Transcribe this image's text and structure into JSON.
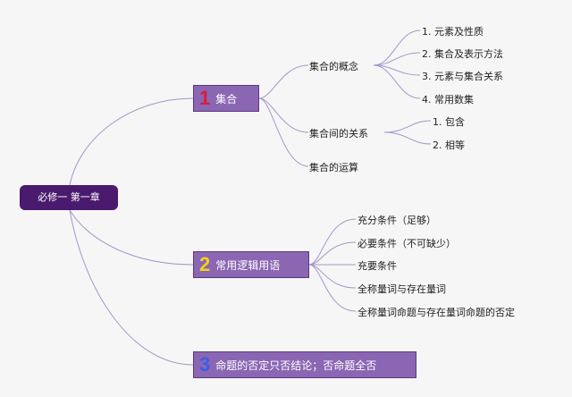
{
  "root": "必修一 第一章",
  "branches": [
    {
      "num": "1",
      "label": "集合",
      "num_color": "#d81e3a"
    },
    {
      "num": "2",
      "label": "常用逻辑用语",
      "num_color": "#f2d31a"
    },
    {
      "num": "3",
      "label": "命题的否定只否结论；否命题全否",
      "num_color": "#3a5ee8"
    }
  ],
  "set_topics": [
    "集合的概念",
    "集合间的关系",
    "集合的运算"
  ],
  "concept_items": [
    "1. 元素及性质",
    "2. 集合及表示方法",
    "3. 元素与集合关系",
    "4. 常用数集"
  ],
  "relation_items": [
    "1. 包含",
    "2. 相等"
  ],
  "logic_items": [
    "充分条件（足够）",
    "必要条件（不可缺少）",
    "充要条件",
    "全称量词与存在量词",
    "全称量词命题与存在量词命题的否定"
  ],
  "colors": {
    "root_bg": "#4a1a6e",
    "branch_bg": "#8a66b3",
    "line": "#a596c8"
  }
}
